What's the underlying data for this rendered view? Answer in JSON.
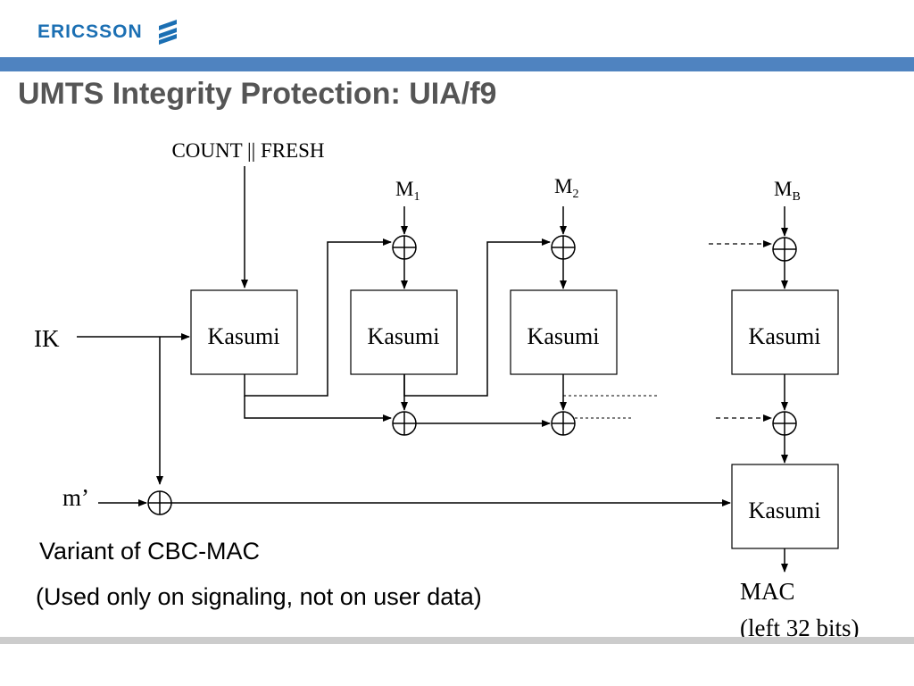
{
  "logo": {
    "text": "ERICSSON",
    "mark_icon": "ericsson-wave-icon"
  },
  "colors": {
    "bar": "#4f83c0",
    "title": "#555555",
    "logo": "#1b6fb3",
    "footer_bar": "#cccccc"
  },
  "title": "UMTS Integrity Protection: UIA/f9",
  "diagram": {
    "input_top": "COUNT || FRESH",
    "key": "IK",
    "m_prime": "m’",
    "block_label": "Kasumi",
    "m1": {
      "base": "M",
      "sub": "1"
    },
    "m2": {
      "base": "M",
      "sub": "2"
    },
    "mb": {
      "base": "M",
      "sub": "B"
    },
    "xor_icon": "xor-circle-plus-icon",
    "output_line1": "MAC",
    "output_line2": "(left 32 bits)"
  },
  "caption": {
    "line1": "Variant of CBC-MAC",
    "line2": "(Used only on signaling, not on user data)"
  }
}
